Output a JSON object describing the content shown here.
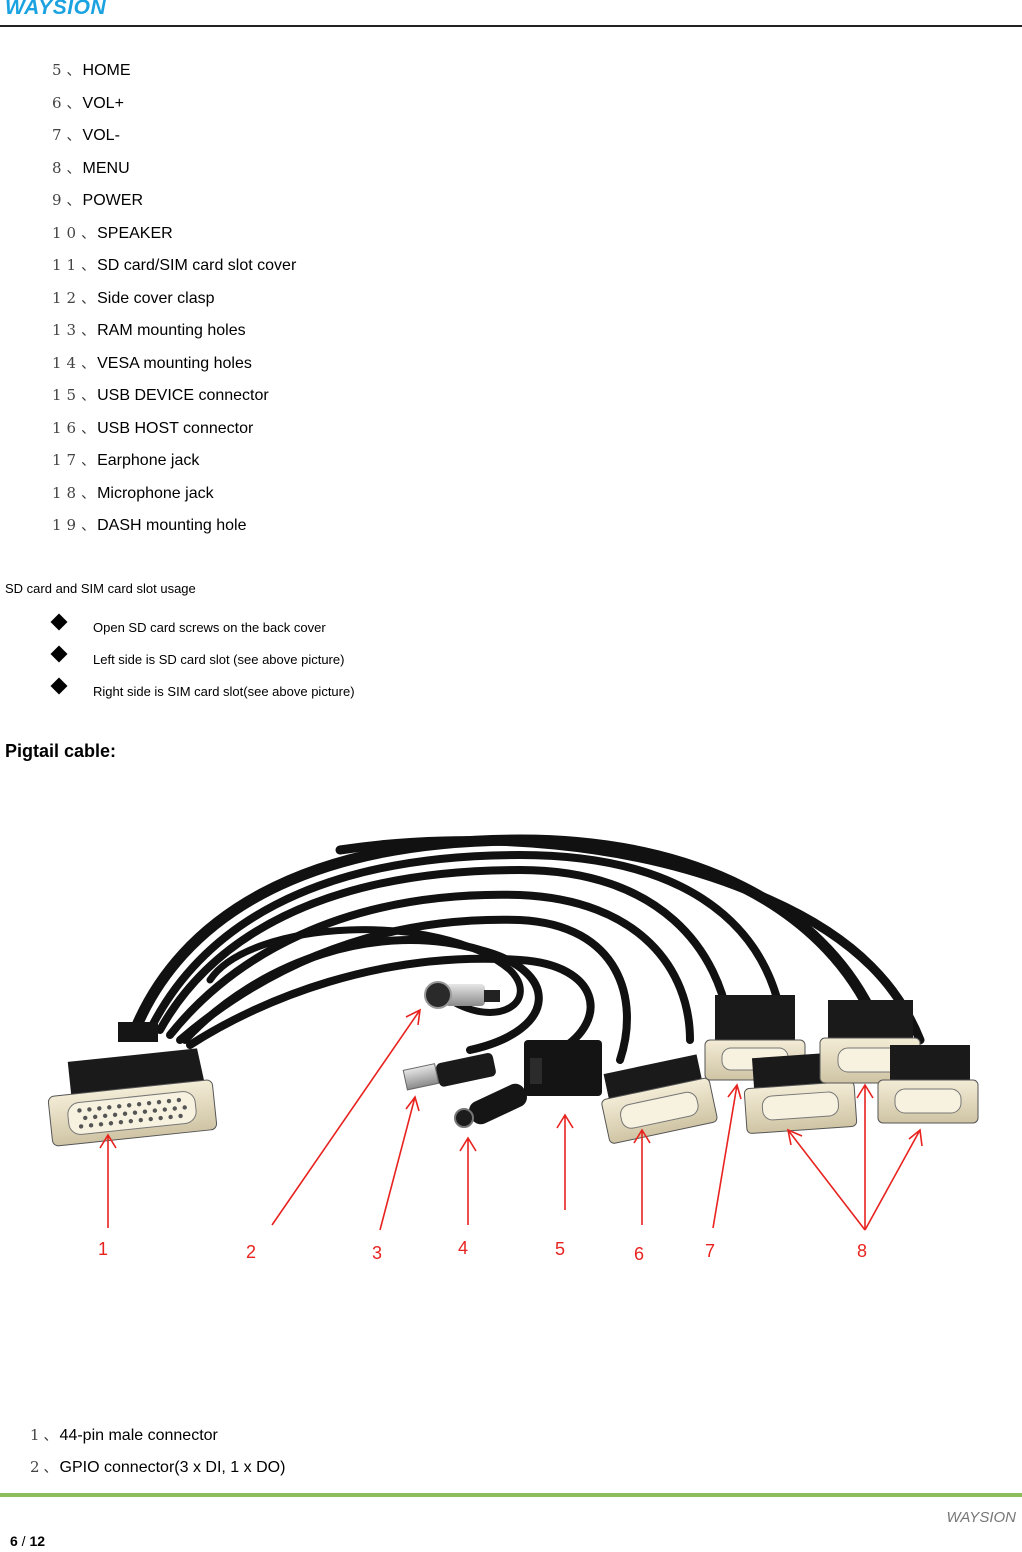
{
  "header": {
    "brand": "WAYSION"
  },
  "items": [
    {
      "num": "5",
      "label": "HOME"
    },
    {
      "num": "6",
      "label": "VOL+"
    },
    {
      "num": "7",
      "label": "VOL-"
    },
    {
      "num": "8",
      "label": "MENU"
    },
    {
      "num": "9",
      "label": "POWER"
    },
    {
      "num": "10",
      "label": "SPEAKER"
    },
    {
      "num": "11",
      "label": "SD card/SIM card slot cover"
    },
    {
      "num": "12",
      "label": "Side cover clasp"
    },
    {
      "num": "13",
      "label": "RAM mounting holes"
    },
    {
      "num": "14",
      "label": "VESA mounting holes"
    },
    {
      "num": "15",
      "label": "USB DEVICE connector"
    },
    {
      "num": "16",
      "label": "USB HOST connector"
    },
    {
      "num": "17",
      "label": "Earphone jack"
    },
    {
      "num": "18",
      "label": "Microphone jack"
    },
    {
      "num": "19",
      "label": "DASH mounting hole"
    }
  ],
  "sd_section": {
    "title": "SD card and SIM card slot usage",
    "bullets": [
      "Open SD card screws on the back cover",
      "Left side is SD card slot (see above picture)",
      "Right side is SIM card slot(see above picture)"
    ]
  },
  "pigtail": {
    "title": "Pigtail cable:",
    "callouts": [
      "1",
      "2",
      "3",
      "4",
      "5",
      "6",
      "7",
      "8"
    ],
    "arrow_color": "#e8231f"
  },
  "legend": [
    {
      "num": "1",
      "label": "44-pin male connector"
    },
    {
      "num": "2",
      "label": "GPIO connector(3 x DI, 1 x DO)"
    }
  ],
  "separator": "、",
  "footer": {
    "brand": "WAYSION",
    "page_current": "6",
    "page_sep": " / ",
    "page_total": "12"
  },
  "colors": {
    "brand_blue": "#1aa3e0",
    "footer_green": "#8cbd5a"
  }
}
